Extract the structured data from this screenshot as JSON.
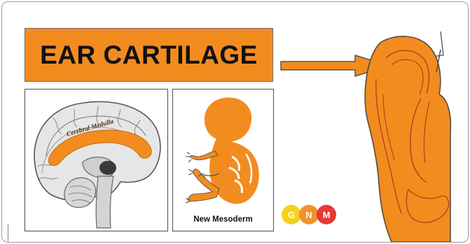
{
  "title": "EAR CARTILAGE",
  "brain_panel": {
    "label": "Cerebral Medulla"
  },
  "embryo_panel": {
    "label": "New Mesoderm"
  },
  "logo": {
    "letters": [
      "G",
      "N",
      "M"
    ],
    "colors": [
      "#f3d21c",
      "#f28c1f",
      "#e52f2b"
    ]
  },
  "colors": {
    "accent_orange": "#f28c1f",
    "stroke_dark": "#333333"
  },
  "icons": [
    "arrow-right-icon",
    "brain-icon",
    "embryo-icon",
    "ear-icon",
    "gnm-logo"
  ]
}
